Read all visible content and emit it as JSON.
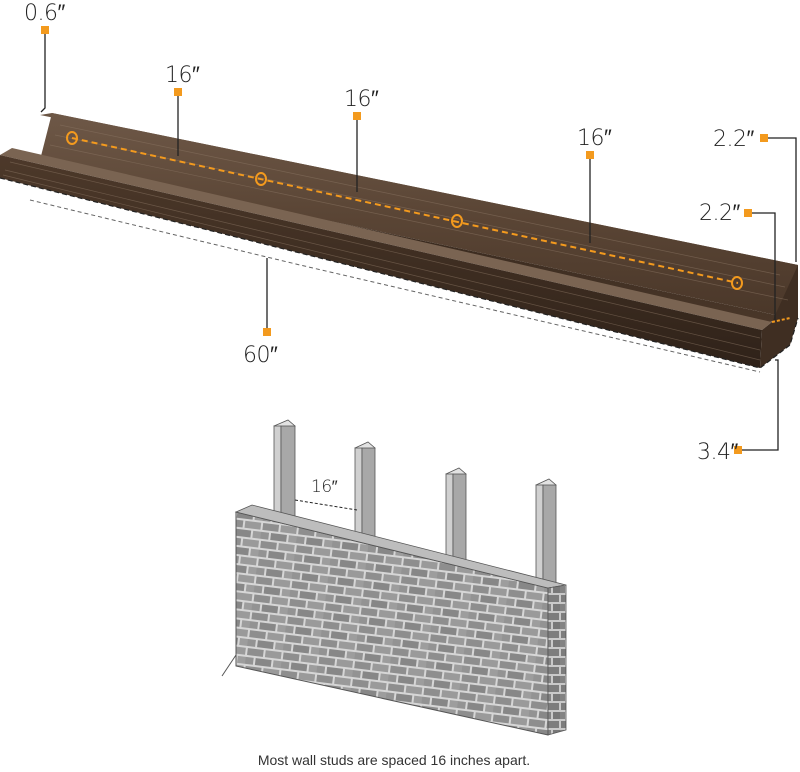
{
  "colors": {
    "accent": "#f39a1e",
    "wood_dark": "#3b2b20",
    "wood_mid": "#5b4535",
    "wood_light": "#7a6452",
    "brick": "#8d8d8d",
    "mortar": "#d9d9d9",
    "stud": "#bdbdbd",
    "line": "#222222"
  },
  "shelf": {
    "length": "60″",
    "lip_height": "0.6″",
    "back_height": "2.2″",
    "lip_depth": "2.2″",
    "depth": "3.4″",
    "spacing_left": "16″",
    "spacing_middle": "16″",
    "spacing_right": "16″"
  },
  "wall": {
    "stud_spacing": "16″",
    "stud_count": 4
  },
  "caption": "Most wall studs are spaced 16 inches apart."
}
